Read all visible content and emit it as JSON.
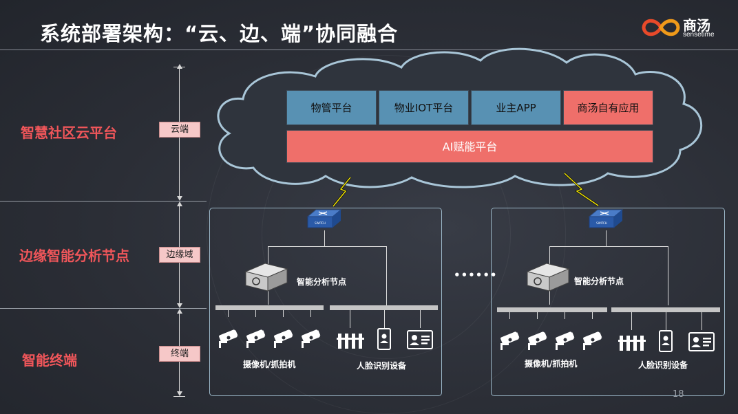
{
  "title": "系统部署架构：“云、边、端”协同融合",
  "logo": {
    "brand": "商汤",
    "sub": "sensetime"
  },
  "layers": [
    {
      "label": "智慧社区云平台",
      "tag": "云端"
    },
    {
      "label": "边缘智能分析节点",
      "tag": "边缘域"
    },
    {
      "label": "智能终端",
      "tag": "终端"
    }
  ],
  "cloud": {
    "apps": [
      "物管平台",
      "物业IOT平台",
      "业主APP",
      "商汤自有应用"
    ],
    "ai_platform": "AI赋能平台"
  },
  "edge_groups": [
    {
      "node_label": "智能分析节点",
      "camera_label": "摄像机/抓拍机",
      "face_label": "人脸识别设备"
    },
    {
      "node_label": "智能分析节点",
      "camera_label": "摄像机/抓拍机",
      "face_label": "人脸识别设备"
    }
  ],
  "ellipsis": "••••••",
  "page_number": "18",
  "colors": {
    "accent_red": "#f0565a",
    "box_blue": "#5891b3",
    "box_red": "#ef6f6a",
    "cloud_stroke": "#a9c6d8",
    "lightning": "#f2e600"
  }
}
